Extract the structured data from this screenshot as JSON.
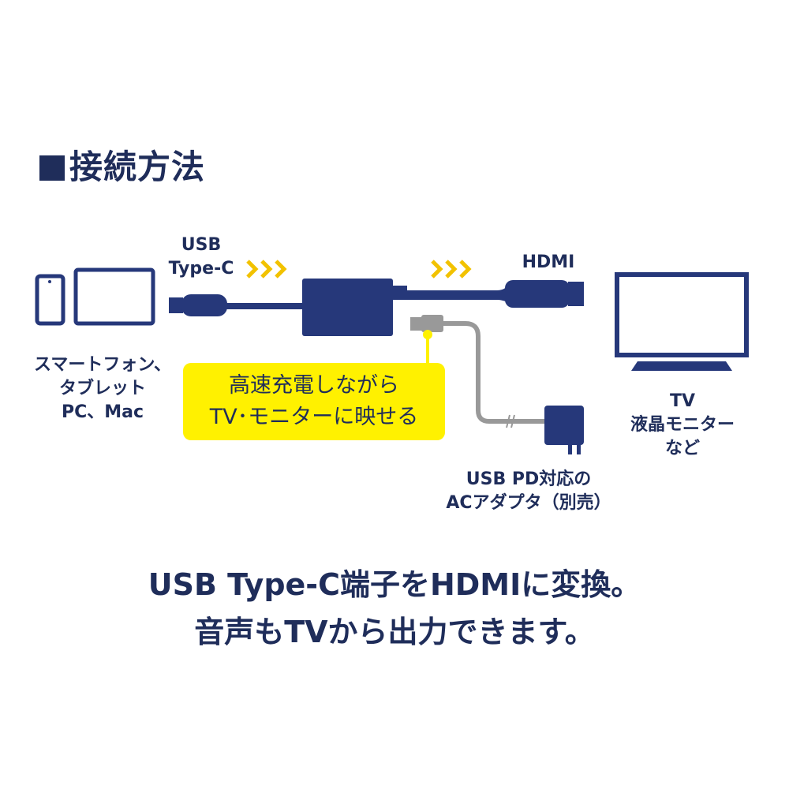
{
  "title": "接続方法",
  "labels": {
    "usb_type_c_line1": "USB",
    "usb_type_c_line2": "Type-C",
    "hdmi": "HDMI",
    "devices_line1": "スマートフォン、",
    "devices_line2": "タブレット",
    "devices_line3": "PC、Mac",
    "tv_line1": "TV",
    "tv_line2": "液晶モニター",
    "tv_line3": "など",
    "adapter_line1": "USB PD対応の",
    "adapter_line2": "ACアダプタ（別売）"
  },
  "callout": {
    "line1": "高速充電しながら",
    "line2": "TV･モニターに映せる"
  },
  "bottom": {
    "line1": "USB Type-C端子をHDMIに変換。",
    "line2": "音声もTVから出力できます。"
  },
  "colors": {
    "navy": "#1f2d5a",
    "cable": "#26387a",
    "yellow": "#fff100",
    "gray": "#999999"
  },
  "icons": [
    "smartphone-icon",
    "tablet-icon",
    "usb-c-plug-icon",
    "adapter-box-icon",
    "hdmi-plug-icon",
    "tv-icon",
    "ac-adapter-icon",
    "chevron-arrows-icon"
  ]
}
